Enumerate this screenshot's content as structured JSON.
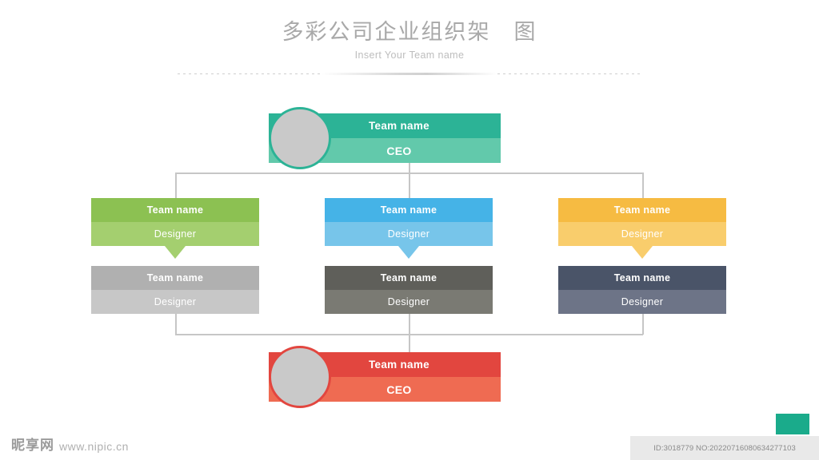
{
  "header": {
    "title": "多彩公司企业组织架　图",
    "subtitle": "Insert Your Team name"
  },
  "colors": {
    "teal_dark": "#2cb396",
    "teal_light": "#62c9ab",
    "green_dark": "#8cc152",
    "green_light": "#a4cf6f",
    "blue_dark": "#45b3e7",
    "blue_light": "#77c5ea",
    "yellow_dark": "#f6bb42",
    "yellow_light": "#f9cd6c",
    "gray_dark": "#b0b0b0",
    "gray_light": "#c7c7c7",
    "charcoal_dark": "#5f5f5a",
    "charcoal_light": "#7a7a73",
    "slate_dark": "#4a5468",
    "slate_light": "#6d7487",
    "red_dark": "#e2463f",
    "red_light": "#ef6b52",
    "footer_green": "#1aab8b",
    "line": "#c6c6c6"
  },
  "chart_nodes": {
    "ceo_top": {
      "name": "Team name",
      "role": "CEO",
      "avatar": "avatar-circle"
    },
    "level2": [
      {
        "name": "Team name",
        "role": "Designer"
      },
      {
        "name": "Team name",
        "role": "Designer"
      },
      {
        "name": "Team name",
        "role": "Designer"
      }
    ],
    "level3": [
      {
        "name": "Team name",
        "role": "Designer"
      },
      {
        "name": "Team name",
        "role": "Designer"
      },
      {
        "name": "Team name",
        "role": "Designer"
      }
    ],
    "ceo_bottom": {
      "name": "Team name",
      "role": "CEO",
      "avatar": "avatar-circle"
    }
  },
  "footer": {
    "watermark_cn": "昵享网",
    "watermark_url": "www.nipic.cn",
    "id_text": "ID:3018779 NO:20220716080634277103"
  }
}
